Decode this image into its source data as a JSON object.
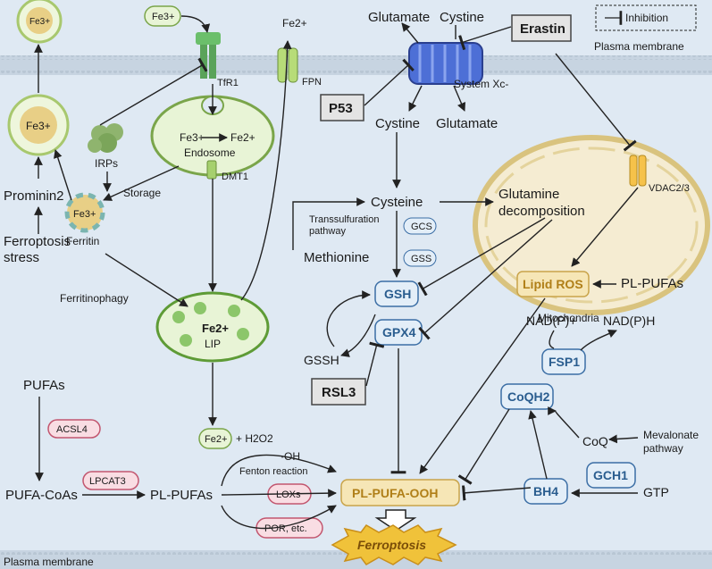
{
  "legend": {
    "inhibition": "Inhibition",
    "plasma_membrane_top": "Plasma membrane"
  },
  "membrane_bottom": "Plasma membrane",
  "iron": {
    "fe3_ext": "Fe3+",
    "tfr1": "TfR1",
    "fe2_fpn": "Fe2+",
    "fpn": "FPN",
    "endosome": "Endosome",
    "endosome_fe3": "Fe3+",
    "endosome_fe2": "Fe2+",
    "dmt1": "DMT1",
    "irps": "IRPs",
    "storage": "Storage",
    "ferritin": "Ferritin",
    "ferritin_fe": "Fe3+",
    "ferritinophagy": "Ferritinophagy",
    "lip": "LIP",
    "lip_fe": "Fe2+",
    "prominin2": "Prominin2",
    "ferroptosis_stress": "Ferroptosis\nstress",
    "vesicle_fe_top": "Fe3+",
    "vesicle_fe_mid": "Fe3+",
    "fe2_h2o2": "Fe2+",
    "h2o2": "+ H2O2"
  },
  "system_xc": {
    "glutamate_top": "Glutamate",
    "cystine_top": "Cystine",
    "label": "System Xc-",
    "cystine_in": "Cystine",
    "glutamate_in": "Glutamate",
    "erastin": "Erastin",
    "p53": "P53"
  },
  "gsh_path": {
    "cysteine": "Cysteine",
    "transsulfuration": "Transsulfuration\npathway",
    "methionine": "Methionine",
    "gcs": "GCS",
    "gss": "GSS",
    "gsh": "GSH",
    "gssh": "GSSH",
    "gpx4": "GPX4",
    "rsl3": "RSL3",
    "glutamine": "Glutamine\ndecomposition"
  },
  "mito": {
    "vdac": "VDAC2/3",
    "lipid_ros": "Lipid ROS",
    "pl_pufas": "PL-PUFAs",
    "label": "Mitochondria"
  },
  "fsp1": {
    "nadp_plus": "NAD(P)+",
    "nadph": "NAD(P)H",
    "fsp1": "FSP1",
    "coqh2": "CoQH2",
    "coq": "CoQ",
    "mevalonate": "Mevalonate\npathway",
    "gch1": "GCH1",
    "bh4": "BH4",
    "gtp": "GTP"
  },
  "lipid": {
    "pufas": "PUFAs",
    "acsl4": "ACSL4",
    "pufa_coas": "PUFA-CoAs",
    "lpcat3": "LPCAT3",
    "pl_pufas": "PL-PUFAs",
    "oh": "·OH",
    "fenton": "Fenton reaction",
    "loxs": "LOXs",
    "por": "POR, etc.",
    "pl_pufa_ooh": "PL-PUFA-OOH",
    "ferroptosis": "Ferroptosis"
  },
  "colors": {
    "background": "#dfe9f3",
    "membrane": "#9fb2c6",
    "green_fill": "#e8f4d6",
    "green_stroke": "#7aa54a",
    "blue_box": "#e3eef8",
    "blue_stroke": "#3b6ea5",
    "pink_box": "#f9dde3",
    "pink_stroke": "#c2566f",
    "gold_fill": "#f6e6b6",
    "gold_stroke": "#c9a44a",
    "gray_box": "#e4e4e4"
  }
}
